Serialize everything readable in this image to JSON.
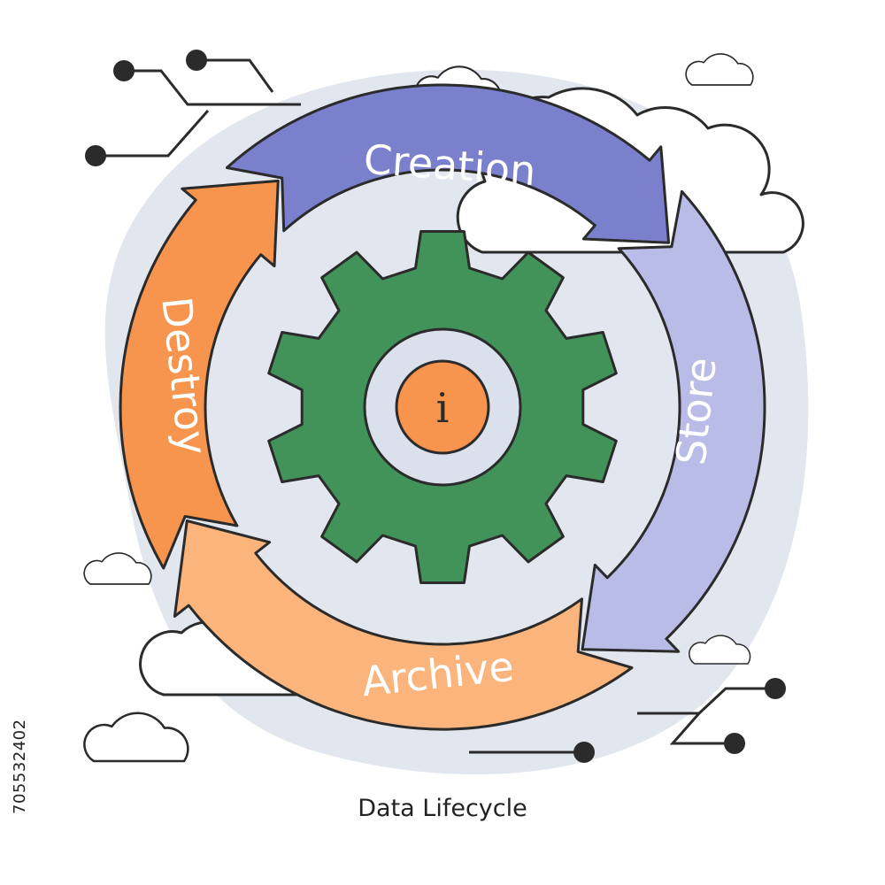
{
  "caption": "Data Lifecycle",
  "stock_id": "705532402",
  "center_glyph": "i",
  "stages": [
    {
      "key": "creation",
      "label": "Creation",
      "color": "#7b80cc"
    },
    {
      "key": "store",
      "label": "Store",
      "color": "#b9bce6"
    },
    {
      "key": "archive",
      "label": "Archive",
      "color": "#fbb57c"
    },
    {
      "key": "destroy",
      "label": "Destroy",
      "color": "#f7944e"
    }
  ],
  "colors": {
    "outline": "#2b2b2b",
    "backdrop": "#e1e6ef",
    "gear": "#42935a",
    "center_ring": "#dbe1ec",
    "center_dot": "#f7944e"
  },
  "icons": [
    "cloud-icon",
    "gear-icon",
    "info-icon",
    "circuit-icon"
  ]
}
